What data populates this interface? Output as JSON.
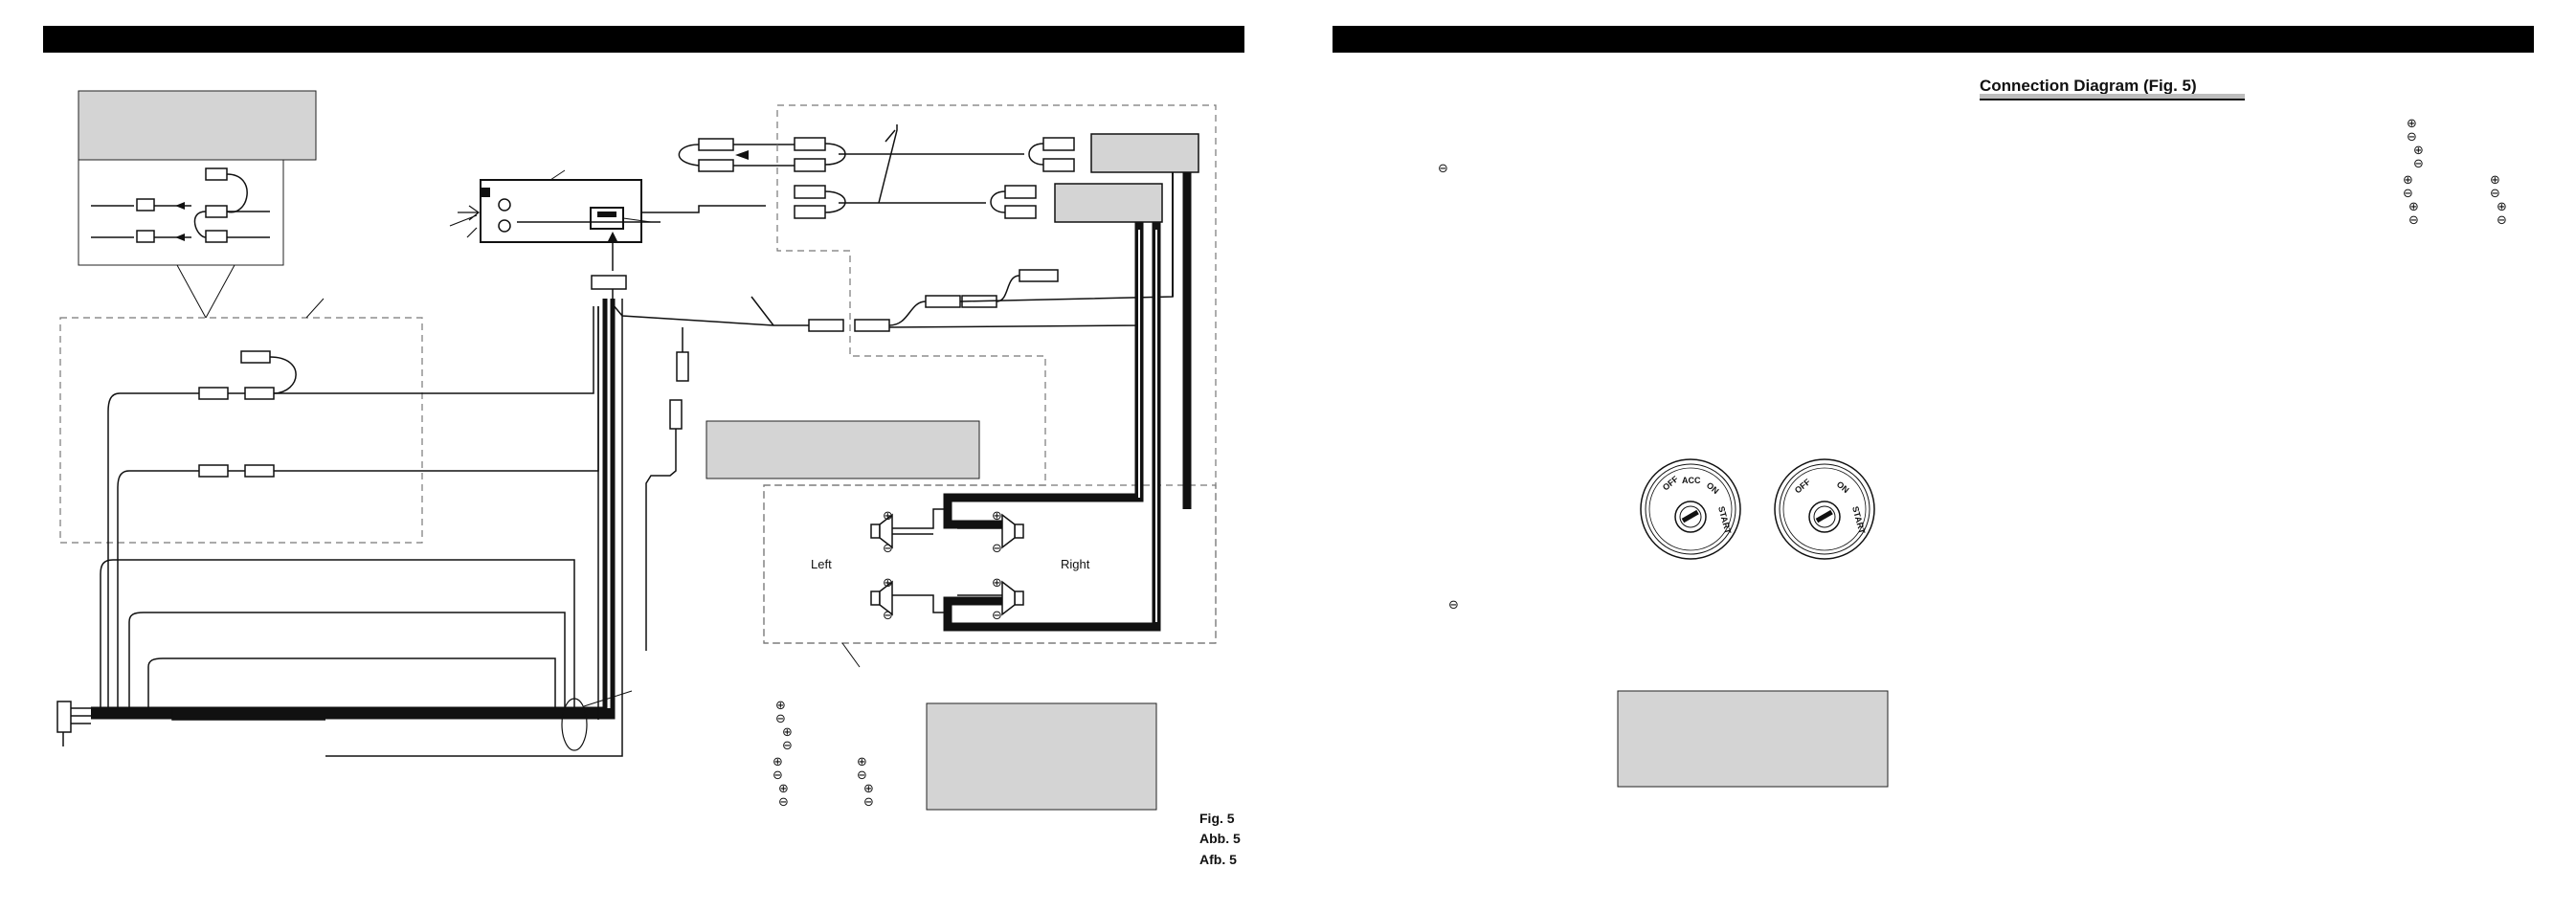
{
  "header": {
    "bar_color": "#000000"
  },
  "right_page": {
    "heading": "Connection Diagram (Fig. 5)"
  },
  "speaker_labels": {
    "left": "Left",
    "right": "Right"
  },
  "figure_labels": [
    "Fig. 5",
    "Abb. 5",
    "Afb. 5"
  ],
  "polarity": {
    "plus": "⊕",
    "minus": "⊖"
  },
  "ignition_switches": [
    {
      "positions": [
        "OFF",
        "ACC",
        "ON",
        "START"
      ]
    },
    {
      "positions": [
        "OFF",
        "ON",
        "START"
      ]
    }
  ],
  "colors": {
    "placeholder_box": "#d4d4d4",
    "line": "#111111",
    "dashed": "#777777"
  }
}
